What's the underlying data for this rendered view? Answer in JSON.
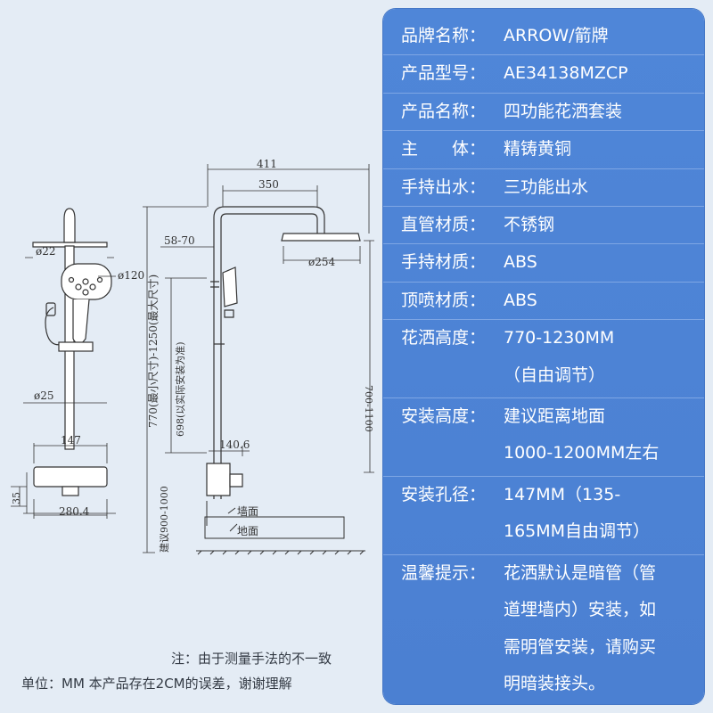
{
  "dimensions": {
    "d411": "411",
    "d350": "350",
    "d58_70": "58-70",
    "phi22": "ø22",
    "phi120": "ø120",
    "phi254": "ø254",
    "phi25": "ø25",
    "d147": "147",
    "d140_6": "140.6",
    "d280_4": "280.4",
    "d35": "35",
    "d700_1100": "700-1100",
    "v770_1250": "770(最小尺寸)-1250(最大尺寸)",
    "v698": "698(以实际安装为准)",
    "v900_1000": "建议900-1000",
    "wall_label": "墙面",
    "floor_label": "地面"
  },
  "notes": {
    "line1": "注：由于测量手法的不一致",
    "line2": "单位：MM    本产品存在2CM的误差，谢谢理解"
  },
  "specs": [
    {
      "label": "品牌名称：",
      "value": [
        "ARROW/箭牌"
      ]
    },
    {
      "label": "产品型号：",
      "value": [
        "AE34138MZCP"
      ]
    },
    {
      "label": "产品名称：",
      "value": [
        "四功能花洒套装"
      ]
    },
    {
      "label": "主　　体：",
      "value": [
        "精铸黄铜"
      ]
    },
    {
      "label": "手持出水：",
      "value": [
        "三功能出水"
      ]
    },
    {
      "label": "直管材质：",
      "value": [
        "不锈钢"
      ]
    },
    {
      "label": "手持材质：",
      "value": [
        "ABS"
      ]
    },
    {
      "label": "顶喷材质：",
      "value": [
        "ABS"
      ]
    },
    {
      "label": "花洒高度：",
      "value": [
        "770-1230MM",
        "（自由调节）"
      ]
    },
    {
      "label": "安装高度：",
      "value": [
        "建议距离地面",
        "1000-1200MM左右"
      ]
    },
    {
      "label": "安装孔径：",
      "value": [
        "147MM（135-",
        "165MM自由调节）"
      ]
    },
    {
      "label": "温馨提示：",
      "value": [
        "花洒默认是暗管（管",
        "道埋墙内）安装，如",
        "需明管安装，请购买",
        "明暗装接头。"
      ]
    }
  ],
  "colors": {
    "panel": "#4f86d8",
    "background": "#e4ecf5",
    "line": "#333333"
  }
}
